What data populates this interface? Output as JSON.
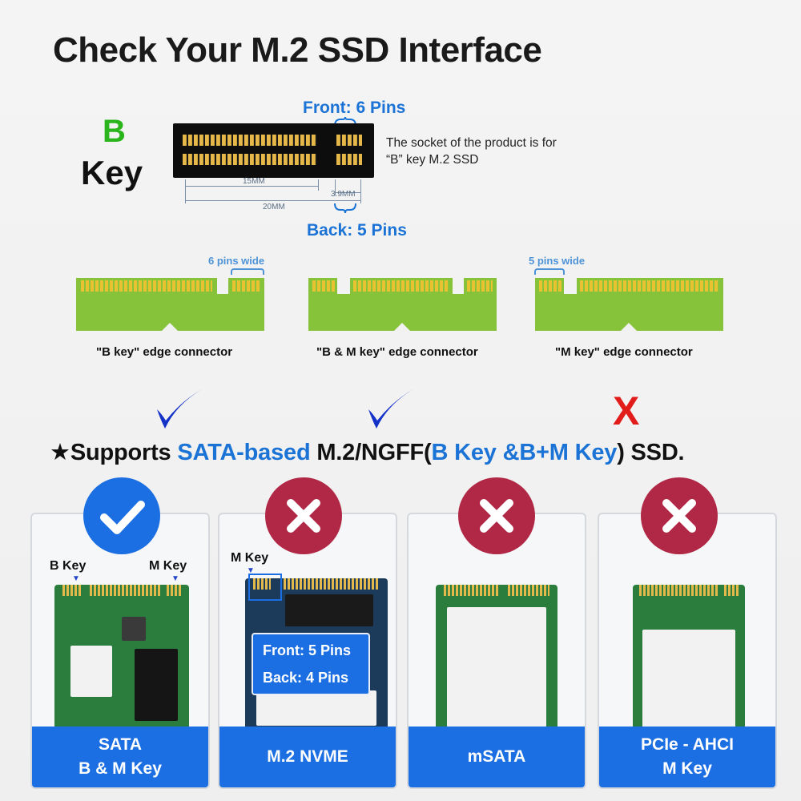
{
  "title": "Check Your M.2 SSD Interface",
  "key_label": {
    "letter": "B",
    "word": "Key"
  },
  "socket": {
    "front_label": "Front: 6 Pins",
    "back_label": "Back: 5 Pins",
    "description_line1": "The socket of the product is for",
    "description_line2": "“B” key M.2 SSD",
    "dim_15": "15MM",
    "dim_20": "20MM",
    "dim_39": "3.9MM"
  },
  "connectors": [
    {
      "caption": "\"B key\" edge connector",
      "width_tag": "6 pins wide"
    },
    {
      "caption": "\"B & M key\" edge connector"
    },
    {
      "caption": "\"M key\" edge connector",
      "width_tag": "5 pins wide"
    }
  ],
  "marks": {
    "x": "X"
  },
  "supports": {
    "star": "★",
    "part1": "Supports ",
    "part2": "SATA-based",
    "part3": " M.2/NGFF(",
    "part4": "B Key &B+M Key",
    "part5": ") SSD."
  },
  "cards": [
    {
      "line1": "SATA",
      "line2": "B & M Key",
      "status": "supported",
      "key_left": "B Key",
      "key_right": "M Key"
    },
    {
      "line1": "M.2 NVME",
      "status": "unsupported",
      "key_left": "M Key",
      "front_pins": "Front: 5 Pins",
      "back_pins": "Back: 4 Pins"
    },
    {
      "line1": "mSATA",
      "status": "unsupported"
    },
    {
      "line1": "PCIe - AHCI",
      "line2": "M Key",
      "status": "unsupported"
    }
  ],
  "colors": {
    "accent_blue": "#1c6fe3",
    "label_blue": "#1b73d6",
    "key_green": "#2bb51c",
    "reject_red": "#e21b1b",
    "reject_circle": "#b02846",
    "connector_green": "#86c33a"
  }
}
